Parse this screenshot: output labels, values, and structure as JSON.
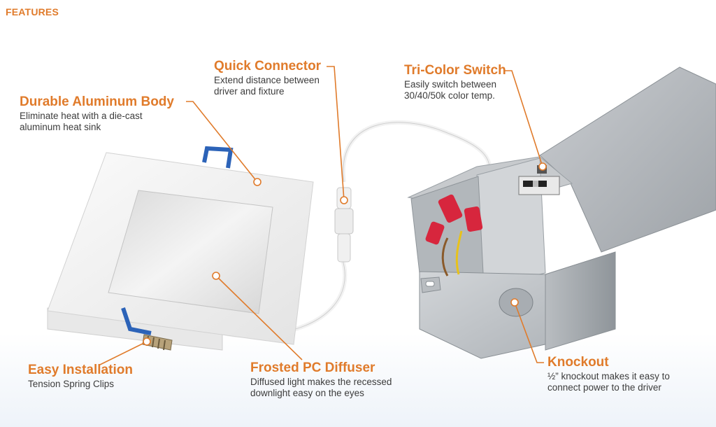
{
  "heading": "FEATURES",
  "accent_color": "#e07b2b",
  "callouts": {
    "body": {
      "title": "Durable Aluminum Body",
      "line1": "Eliminate heat with a die-cast",
      "line2": "aluminum heat sink"
    },
    "connector": {
      "title": "Quick Connector",
      "line1": "Extend distance between",
      "line2": "driver and fixture"
    },
    "switch": {
      "title": "Tri-Color Switch",
      "line1": "Easily switch between",
      "line2": "30/40/50k color temp."
    },
    "installation": {
      "title": "Easy Installation",
      "line1": "Tension Spring Clips"
    },
    "diffuser": {
      "title": "Frosted PC Diffuser",
      "line1": "Diffused light makes the recessed",
      "line2": "downlight easy on the eyes"
    },
    "knockout": {
      "title": "Knockout",
      "line1": "½” knockout makes it easy to",
      "line2": "connect power to the driver"
    }
  }
}
